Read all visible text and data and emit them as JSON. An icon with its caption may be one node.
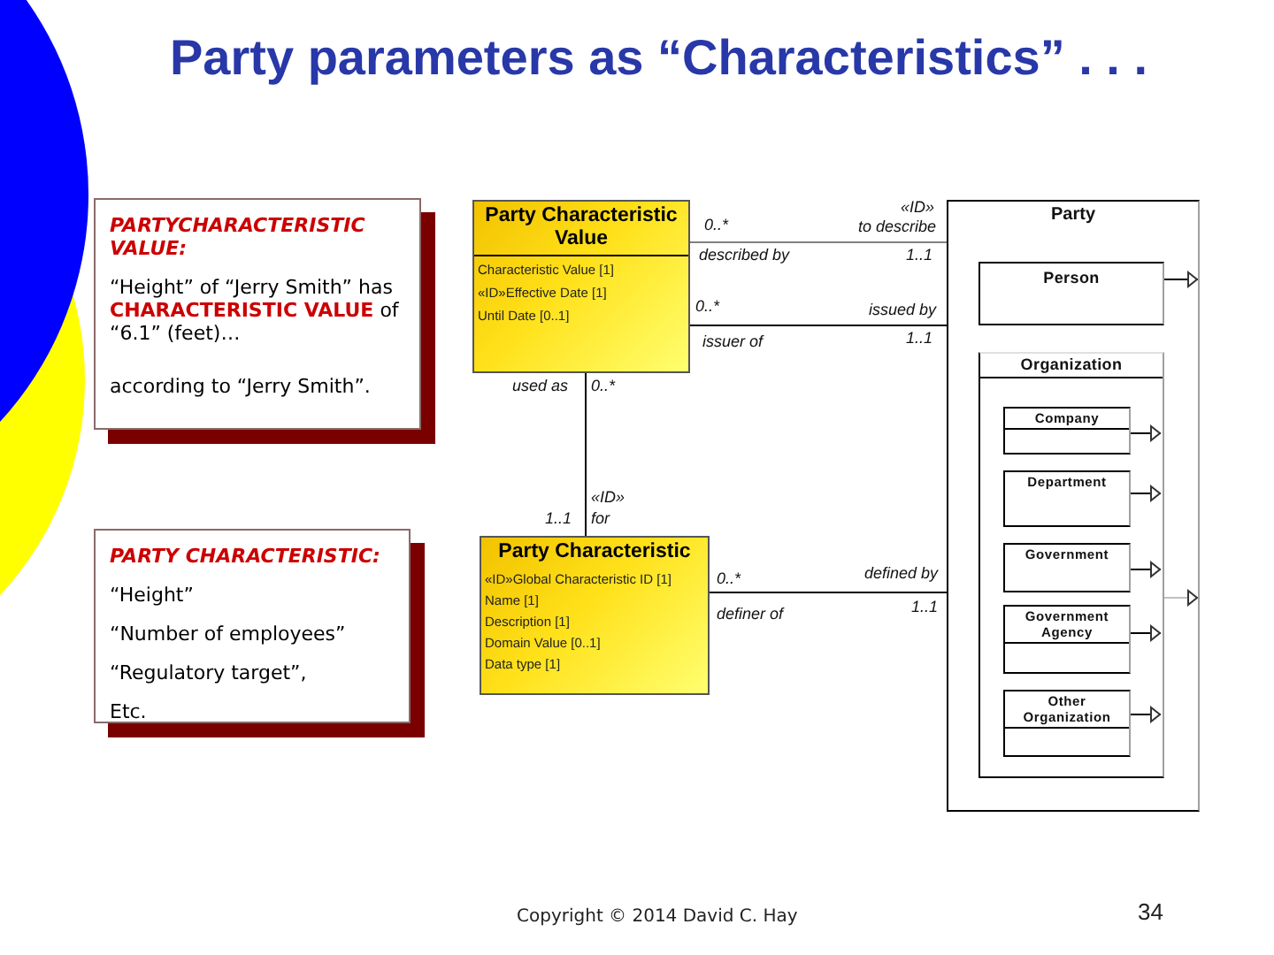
{
  "diagram": {
    "title": "Party parameters as “Characteristics” . . .",
    "nodes": [
      {
        "text": [
          "PARTYCHARACTERISTIC VALUE:",
          "“Height” of “Jerry Smith” has **CHARACTERISTIC VALUE** of “6.1” (feet)…",
          "according to “Jerry Smith”."
        ]
      },
      {
        "text": [
          "PARTY CHARACTERISTIC:",
          "“Height”",
          "“Number of employees”",
          "“Regulatory target”,",
          "Etc."
        ]
      },
      {
        "text": [
          "Party Characteristic Value",
          "Characteristic Value [1]",
          "«ID»Effective Date [1]",
          "Until Date [0..1]"
        ]
      },
      {
        "text": [
          "Party Characteristic",
          "«ID»Global Characteristic ID [1]",
          "Name [1]",
          "Description [1]",
          "Domain Value [0..1]",
          "Data type [1]"
        ]
      },
      {
        "text": [
          "Party"
        ]
      },
      {
        "text": [
          "Person"
        ],
        "in": 4
      },
      {
        "text": [
          "Organization"
        ],
        "in": 4
      },
      {
        "text": [
          "Company"
        ],
        "in": 6
      },
      {
        "text": [
          "Department"
        ],
        "in": 6
      },
      {
        "text": [
          "Government"
        ],
        "in": 6
      },
      {
        "text": [
          "Government Agency"
        ],
        "in": 6
      },
      {
        "text": [
          "Other Organization"
        ],
        "in": 6
      }
    ],
    "edges": [
      {
        "from": 2,
        "to": 4,
        "arrow": "none",
        "color": "#808080"
      },
      {
        "from": 2,
        "to": 4,
        "arrow": "none"
      },
      {
        "from": 2,
        "to": 3,
        "arrow": "none"
      },
      {
        "from": 3,
        "to": 4,
        "arrow": "none"
      },
      {
        "from": 5,
        "to": null,
        "arrow": "to"
      },
      {
        "from": 6,
        "to": null,
        "arrow": "to",
        "color": "#c0c0c0"
      },
      {
        "from": 7,
        "to": null,
        "arrow": "to"
      },
      {
        "from": 8,
        "to": null,
        "arrow": "to"
      },
      {
        "from": 9,
        "to": null,
        "arrow": "to"
      },
      {
        "from": 10,
        "to": null,
        "arrow": "to"
      },
      {
        "from": 11,
        "to": null,
        "arrow": "to"
      }
    ],
    "labels": [
      "«ID»",
      "0..*",
      "to describe",
      "described by",
      "1..1",
      "0..*",
      "issued by",
      "issuer of",
      "1..1",
      "used as",
      "0..*",
      "«ID»",
      "1..1",
      "for",
      "0..*",
      "defined by",
      "definer of",
      "1..1",
      "Copyright © 2014 David C. Hay",
      "34"
    ]
  }
}
